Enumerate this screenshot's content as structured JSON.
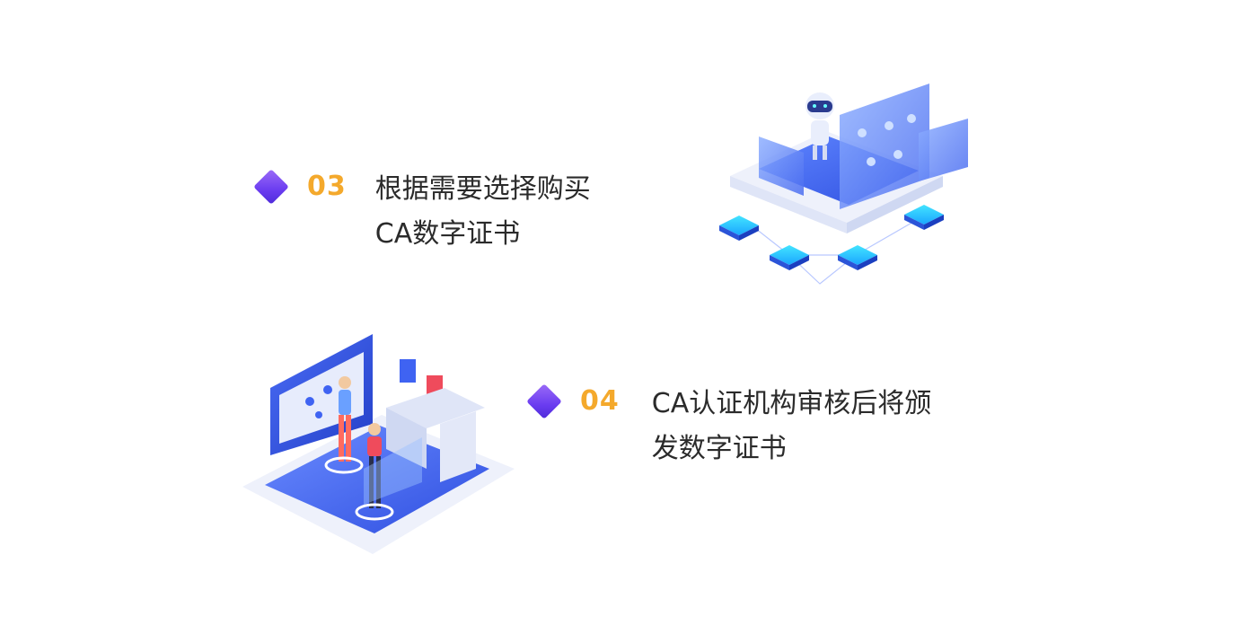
{
  "steps": [
    {
      "number": "03",
      "text_lines": [
        "根据需要选择购买",
        "CA数字证书"
      ]
    },
    {
      "number": "04",
      "text_lines": [
        "CA认证机构审核后将颁",
        "发数字证书"
      ]
    }
  ],
  "colors": {
    "diamond_gradient": [
      "#9b6cf7",
      "#4e2bd9"
    ],
    "step_number": "#f4a92c",
    "text": "#2b2b2b",
    "illustration_blue": "#3f63f2"
  },
  "icons": {
    "step_marker": "diamond-icon",
    "illustration_top": "robot-server-network-illustration",
    "illustration_bottom": "people-dashboard-office-illustration"
  }
}
